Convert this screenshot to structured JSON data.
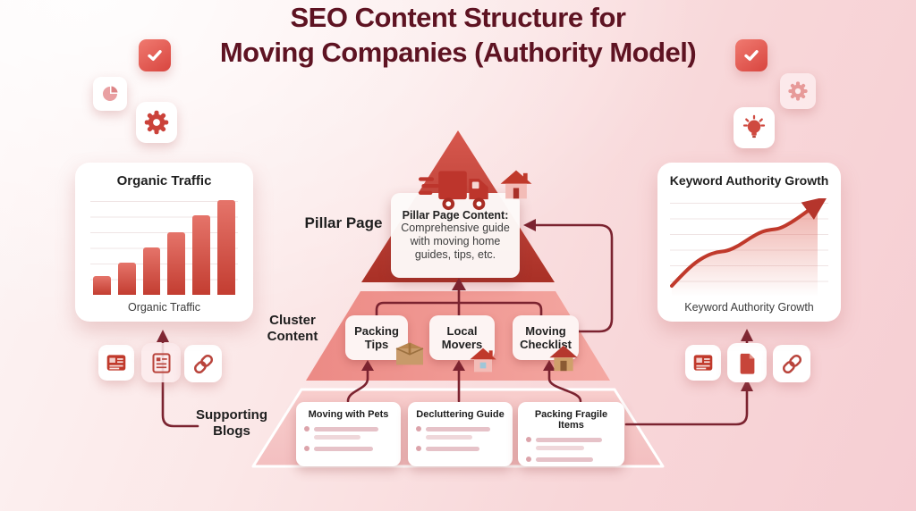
{
  "title": {
    "line1": "SEO Content Structure for",
    "line2": "Moving Companies (Authority Model)"
  },
  "labels": {
    "pillar": "Pillar Page",
    "cluster_line1": "Cluster",
    "cluster_line2": "Content",
    "supporting_line1": "Supporting",
    "supporting_line2": "Blogs"
  },
  "pillar_box": {
    "title": "Pillar Page Content:",
    "body": "Comprehensive guide with moving home guides, tips, etc."
  },
  "clusters": [
    {
      "label": "Packing Tips"
    },
    {
      "label": "Local Movers"
    },
    {
      "label": "Moving Checklist"
    }
  ],
  "supporting_cards": [
    {
      "title": "Moving with Pets"
    },
    {
      "title": "Decluttering Guide"
    },
    {
      "title": "Packing Fragile Items"
    }
  ],
  "left_panel": {
    "title": "Organic Traffic",
    "caption": "Organic Traffic"
  },
  "right_panel": {
    "title": "Keyword Authority Growth",
    "caption": "Keyword Authority Growth"
  },
  "chart_data": [
    {
      "type": "bar",
      "title": "Organic Traffic",
      "categories": [
        "1",
        "2",
        "3",
        "4",
        "5",
        "6"
      ],
      "values": [
        20,
        34,
        50,
        66,
        84,
        100
      ],
      "ylabel": "relative traffic (%, unlabeled axis)",
      "grid": true,
      "legend": false
    },
    {
      "type": "line",
      "title": "Keyword Authority Growth",
      "points": [
        [
          0,
          8
        ],
        [
          8,
          22
        ],
        [
          16,
          34
        ],
        [
          24,
          42
        ],
        [
          31,
          46
        ],
        [
          38,
          47
        ],
        [
          46,
          53
        ],
        [
          54,
          62
        ],
        [
          62,
          69
        ],
        [
          68,
          71
        ],
        [
          74,
          72
        ],
        [
          82,
          79
        ],
        [
          90,
          88
        ],
        [
          100,
          100
        ]
      ],
      "note": "rising curve with arrowhead, gradient area fill; axes unlabeled (relative 0-100)",
      "grid": true,
      "legend": false
    }
  ],
  "icons": {
    "check": "check-icon",
    "pie": "pie-chart-icon",
    "gear": "gear-icon",
    "bulb": "lightbulb-icon",
    "news": "news-icon",
    "doc_outline": "document-lines-icon",
    "doc_filled": "document-icon",
    "link": "link-icon",
    "truck": "moving-truck-icon",
    "house": "house-icon",
    "box": "cardboard-box-icon"
  },
  "colors": {
    "accent_red": "#c0392b",
    "connector": "#7b2330",
    "title_text": "#5e1322",
    "pyramid_top": "#c23b32",
    "pyramid_mid": "#ee928d",
    "pyramid_bottom": "#f6c9c9"
  }
}
